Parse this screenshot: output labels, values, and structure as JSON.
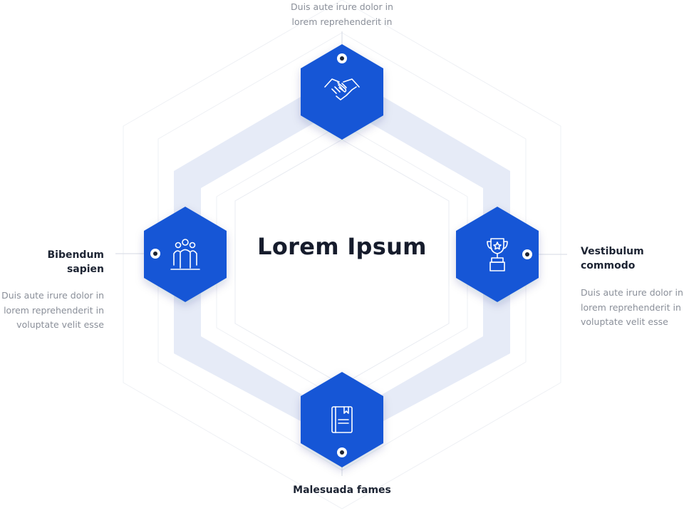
{
  "center": {
    "title": "Lorem Ipsum"
  },
  "nodes": {
    "top": {
      "icon": "handshake-icon",
      "description": "Duis aute irure dolor in\nlorem reprehenderit in"
    },
    "right": {
      "icon": "trophy-icon",
      "title": "Vestibulum\ncommodo",
      "description": "Duis aute irure dolor in\nlorem reprehenderit in\nvoluptate velit esse"
    },
    "bottom": {
      "icon": "book-icon",
      "title": "Malesuada fames"
    },
    "left": {
      "icon": "people-group-icon",
      "title": "Bibendum\nsapien",
      "description": "Duis aute irure dolor in\nlorem reprehenderit in\nvoluptate velit esse"
    }
  },
  "colors": {
    "accent": "#1356d6",
    "ring": "#e6ebf7",
    "outline": "#eef0f4",
    "title_text": "#1d2433",
    "muted_text": "#8a8f99"
  }
}
